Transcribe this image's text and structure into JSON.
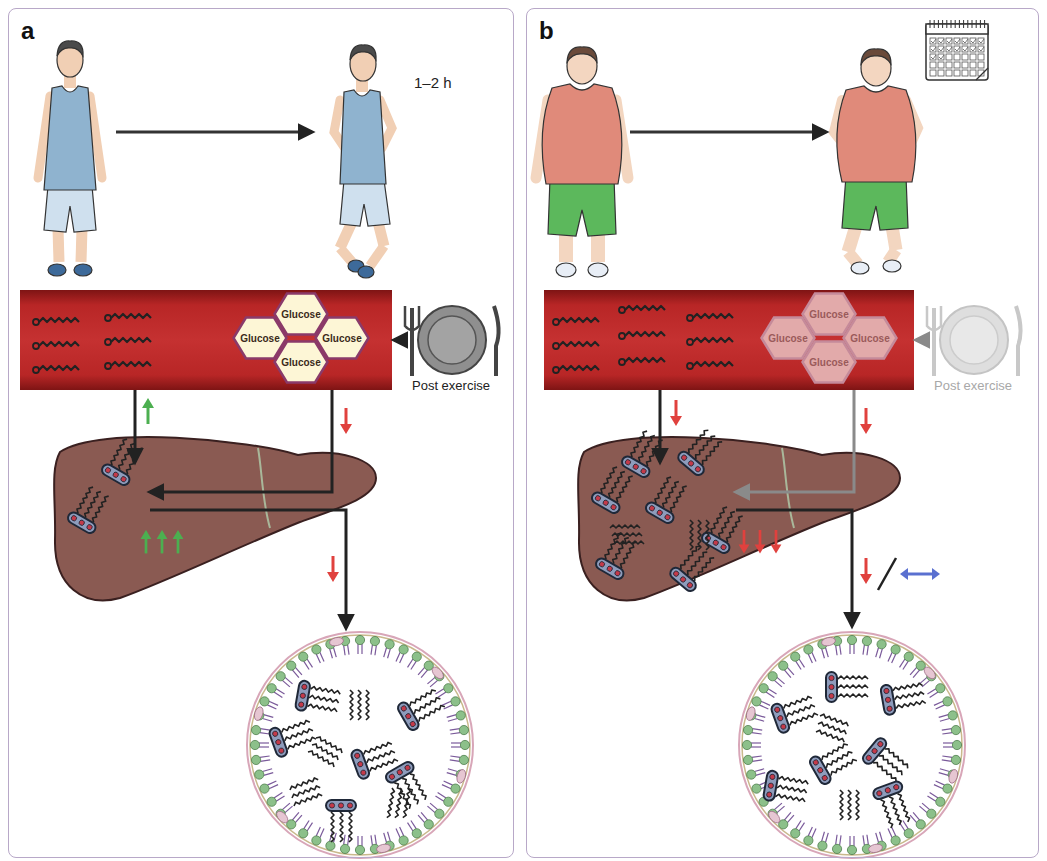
{
  "diagram": {
    "nodes": [
      {
        "text": [
          "a"
        ]
      },
      {
        "text": [
          "Glucose"
        ],
        "in": 0
      },
      {
        "text": [
          "Glucose"
        ],
        "in": 0
      },
      {
        "text": [
          "Glucose"
        ],
        "in": 0
      },
      {
        "text": [
          "Glucose"
        ],
        "in": 0
      },
      {
        "text": [
          "b"
        ]
      },
      {
        "text": [
          "Glucose"
        ],
        "in": 5
      },
      {
        "text": [
          "Glucose"
        ],
        "in": 5
      },
      {
        "text": [
          "Glucose"
        ],
        "in": 5
      },
      {
        "text": [
          "Glucose"
        ],
        "in": 5
      }
    ],
    "labels": [
      "1–2 h",
      "Post exercise",
      "Post exercise"
    ]
  }
}
